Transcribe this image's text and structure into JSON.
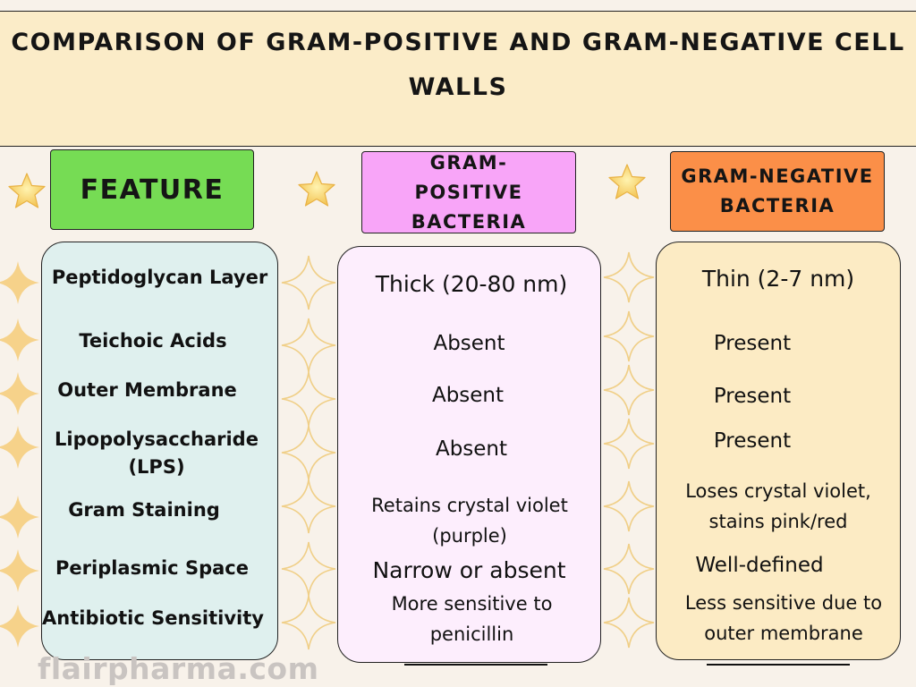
{
  "title": "COMPARISON OF GRAM-POSITIVE AND GRAM-NEGATIVE CELL WALLS",
  "headers": {
    "feature": "FEATURE",
    "gram_positive": "GRAM-POSITIVE BACTERIA",
    "gram_negative": "GRAM-NEGATIVE BACTERIA"
  },
  "rows": [
    {
      "feature": "Peptidoglycan Layer",
      "gram_positive": "Thick (20-80 nm)",
      "gram_negative": "Thin (2-7 nm)"
    },
    {
      "feature": "Teichoic Acids",
      "gram_positive": "Absent",
      "gram_negative": "Present"
    },
    {
      "feature": "Outer Membrane",
      "gram_positive": "Absent",
      "gram_negative": "Present"
    },
    {
      "feature": "Lipopolysaccharide (LPS)",
      "gram_positive": "Absent",
      "gram_negative": "Present"
    },
    {
      "feature": "Gram Staining",
      "gram_positive": "Retains crystal violet (purple)",
      "gram_negative": "Loses crystal violet, stains pink/red"
    },
    {
      "feature": "Periplasmic Space",
      "gram_positive": "Narrow or absent",
      "gram_negative": "Well-defined"
    },
    {
      "feature": "Antibiotic Sensitivity",
      "gram_positive": "More sensitive to penicillin",
      "gram_negative": "Less sensitive due to outer membrane"
    }
  ],
  "brand": "flairpharma.com",
  "colors": {
    "banner": "#fbecc8",
    "feature_header": "#76dc54",
    "gram_positive_header": "#f8a5f8",
    "gram_negative_header": "#fb8f48",
    "feature_panel": "#dff0ee",
    "gram_positive_panel": "#fdeefd",
    "gram_negative_panel": "#fcebc4"
  }
}
